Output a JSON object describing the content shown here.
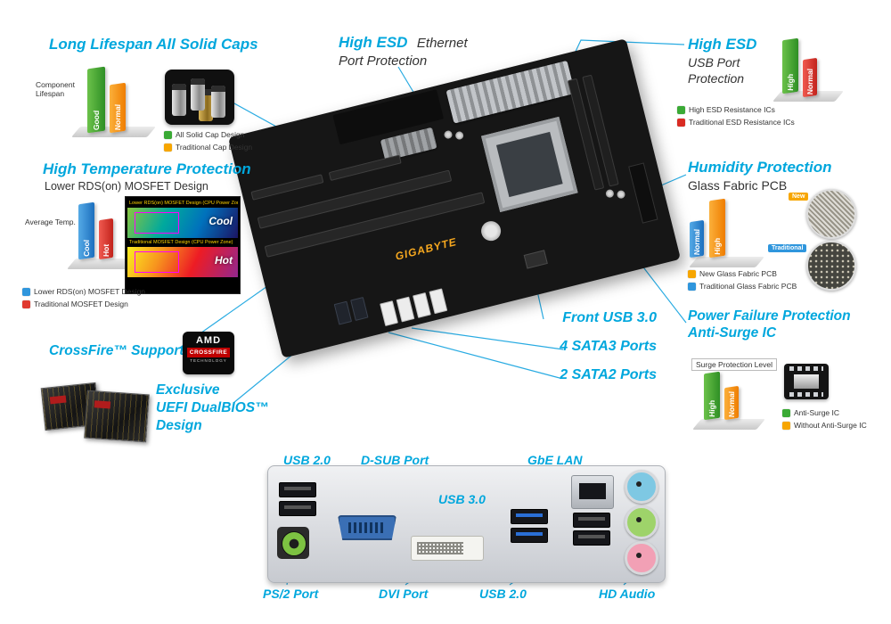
{
  "colors": {
    "accent_cyan": "#00a7dd",
    "callout_line": "#29abe2",
    "green": "#3aaa35",
    "orange": "#f7a600",
    "red": "#d92b23",
    "blue": "#2f96dd"
  },
  "callouts": {
    "solid_caps": {
      "title": "Long Lifespan All Solid Caps",
      "chart_label": "Component Lifespan",
      "bars": [
        {
          "label": "Good",
          "color": "#3aaa35"
        },
        {
          "label": "Normal",
          "color": "#f7a600"
        }
      ],
      "legend": [
        {
          "label": "All Solid Cap Design",
          "color": "#3aaa35"
        },
        {
          "label": "Traditional Cap Design",
          "color": "#f7a600"
        }
      ]
    },
    "esd_ethernet": {
      "accent": "High ESD",
      "rest": "Ethernet",
      "line2": "Port Protection"
    },
    "esd_usb": {
      "title": "High ESD",
      "line1": "USB Port",
      "line2": "Protection",
      "bars": [
        {
          "label": "High",
          "color": "#3aaa35"
        },
        {
          "label": "Normal",
          "color": "#d92b23"
        }
      ],
      "legend": [
        {
          "label": "High ESD Resistance ICs",
          "color": "#3aaa35"
        },
        {
          "label": "Traditional ESD Resistance ICs",
          "color": "#d92b23"
        }
      ]
    },
    "high_temp": {
      "title": "High Temperature Protection",
      "subtitle": "Lower RDS(on) MOSFET Design",
      "chart_label": "Average Temp.",
      "bars": [
        {
          "label": "Cool",
          "color": "#2f96dd"
        },
        {
          "label": "Hot",
          "color": "#e03a30"
        }
      ],
      "thermal": [
        {
          "header": "Lower RDS(on) MOSFET Design (CPU Power Zone)",
          "badge": "Cool"
        },
        {
          "header": "Traditional MOSFET Design (CPU Power Zone)",
          "badge": "Hot"
        }
      ],
      "legend": [
        {
          "label": "Lower RDS(on) MOSFET Design",
          "color": "#2f96dd"
        },
        {
          "label": "Traditional MOSFET Design",
          "color": "#e03a30"
        }
      ]
    },
    "humidity": {
      "title": "Humidity Protection",
      "subtitle": "Glass Fabric PCB",
      "bars": [
        {
          "label": "High",
          "color": "#f7a600"
        },
        {
          "label": "Normal",
          "color": "#2f96dd"
        }
      ],
      "thumbs": [
        {
          "badge": "New",
          "color": "#f7a600"
        },
        {
          "badge": "Traditional",
          "color": "#2f96dd"
        }
      ],
      "legend": [
        {
          "label": "New Glass Fabric PCB",
          "color": "#f7a600"
        },
        {
          "label": "Traditional Glass Fabric PCB",
          "color": "#2f96dd"
        }
      ]
    },
    "crossfire": {
      "title": "CrossFire™ Support",
      "logo_top": "AMD",
      "logo_mid": "CROSSFIRE",
      "logo_bottom": "TECHNOLOGY"
    },
    "uefi": {
      "line1": "Exclusive",
      "line2": "UEFI DualBIOS™",
      "line3": "Design"
    },
    "ports_labels": {
      "front_usb": "Front USB 3.0",
      "sata3": "4 SATA3 Ports",
      "sata2": "2 SATA2 Ports"
    },
    "anti_surge": {
      "title1": "Power Failure Protection",
      "title2": "Anti-Surge IC",
      "chart_label": "Surge Protection Level",
      "bars": [
        {
          "label": "High",
          "color": "#3aaa35"
        },
        {
          "label": "Normal",
          "color": "#f7a600"
        }
      ],
      "legend": [
        {
          "label": "Anti-Surge IC",
          "color": "#3aaa35"
        },
        {
          "label": "Without Anti-Surge IC",
          "color": "#f7a600"
        }
      ]
    }
  },
  "board": {
    "brand": "GIGABYTE"
  },
  "rear": {
    "usb2_top": "USB 2.0",
    "dsub": "D-SUB Port",
    "gbe": "GbE LAN",
    "usb3": "USB 3.0",
    "ps2": "PS/2 Port",
    "dvi": "DVI Port",
    "usb2_bottom": "USB 2.0",
    "hd_audio": "HD Audio"
  }
}
